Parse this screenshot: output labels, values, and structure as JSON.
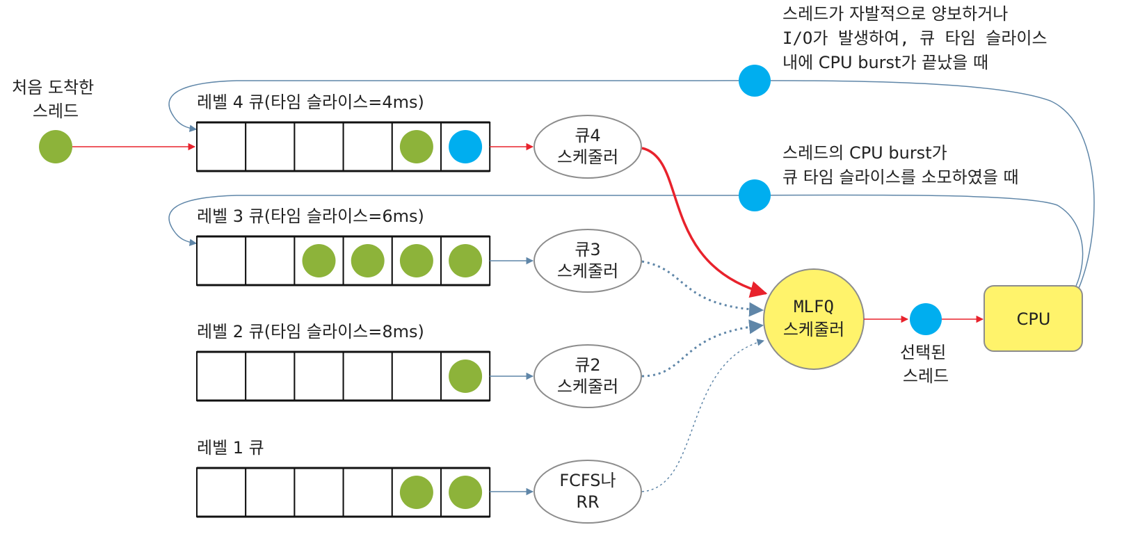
{
  "arrival_label": [
    "처음 도착한",
    "스레드"
  ],
  "queues": [
    {
      "label": "레벨 4 큐(타임 슬라이스=4ms)",
      "scheduler": [
        "큐4",
        "스케줄러"
      ],
      "threads": [
        "empty",
        "empty",
        "empty",
        "empty",
        "green",
        "blue"
      ]
    },
    {
      "label": "레벨 3 큐(타임 슬라이스=6ms)",
      "scheduler": [
        "큐3",
        "스케줄러"
      ],
      "threads": [
        "empty",
        "empty",
        "green",
        "green",
        "green",
        "green"
      ]
    },
    {
      "label": "레벨 2 큐(타임 슬라이스=8ms)",
      "scheduler": [
        "큐2",
        "스케줄러"
      ],
      "threads": [
        "empty",
        "empty",
        "empty",
        "empty",
        "empty",
        "green"
      ]
    },
    {
      "label": "레벨 1 큐",
      "scheduler": [
        "FCFS나",
        "RR"
      ],
      "threads": [
        "empty",
        "empty",
        "empty",
        "empty",
        "green",
        "green"
      ]
    }
  ],
  "mlfq_label": [
    "MLFQ",
    "스케줄러"
  ],
  "selected_label": [
    "선택된",
    "스레드"
  ],
  "cpu_label": "CPU",
  "note_yield": [
    "스레드가 자발적으로 양보하거나",
    "I/O가 발생하여, 큐 타임 슬라이스",
    "내에 CPU burst가 끝났을 때"
  ],
  "note_expire": [
    "스레드의 CPU burst가",
    "큐 타임 슬라이스를 소모하였을 때"
  ],
  "colors": {
    "thread_green": "#8db33a",
    "thread_blue": "#00aeef",
    "mlfq_fill": "#fff36b",
    "cpu_fill": "#fff36b",
    "red_arrow": "#e8222c",
    "blue_arrow": "#5f86a8"
  }
}
